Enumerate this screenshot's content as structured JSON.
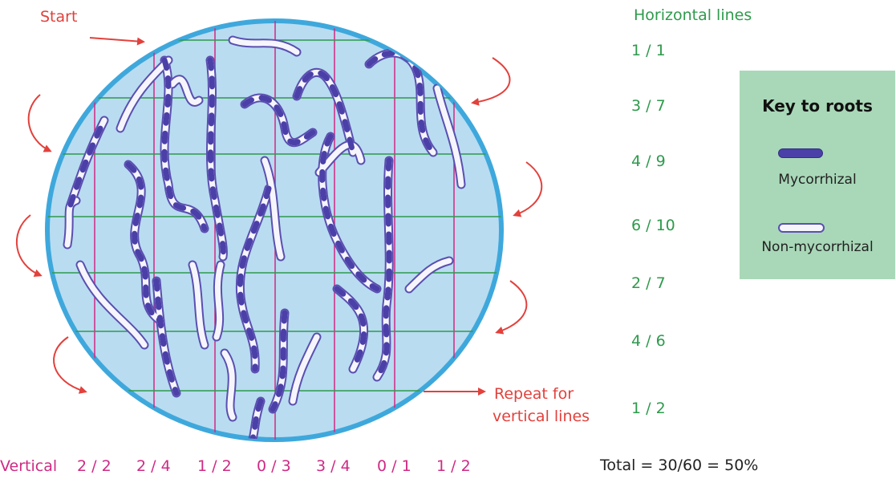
{
  "labels": {
    "start": "Start",
    "repeat_line1": "Repeat for",
    "repeat_line2": "vertical lines",
    "horizontal_title": "Horizontal lines",
    "vertical_label": "Vertical",
    "total": "Total = 30/60  = 50%"
  },
  "horizontal_counts": [
    "1 / 1",
    "3 / 7",
    "4 / 9",
    "6 / 10",
    "2 / 7",
    "4 / 6",
    "1 / 2"
  ],
  "vertical_counts": [
    "2 / 2",
    "2 / 4",
    "1 / 2",
    "0 / 3",
    "3 / 4",
    "0 / 1",
    "1 / 2"
  ],
  "key": {
    "title": "Key to roots",
    "mycorrhizal": "Mycorrhizal",
    "non_mycorrhizal": "Non-mycorrhizal"
  },
  "colors": {
    "dish_fill": "#b9dcf1",
    "dish_border": "#3ea8dc",
    "horizontal_grid": "#2e9a4c",
    "vertical_grid": "#cf2a84",
    "arrow": "#e2413c",
    "mycorrhizal_root": "#4b3fa8",
    "non_mycorrhizal_root": "#f6f5fc",
    "key_bg": "#a9d8b8"
  }
}
